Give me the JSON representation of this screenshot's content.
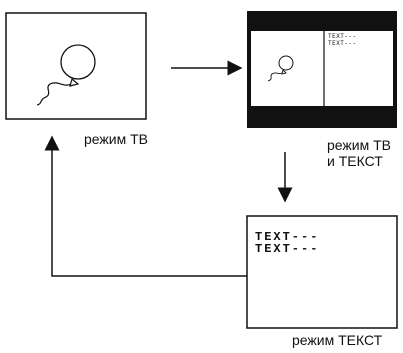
{
  "modes": {
    "tv": {
      "label": "режим ТВ"
    },
    "tv_text": {
      "label_line1": "режим ТВ",
      "label_line2": "и ТЕКСТ",
      "text_lines": [
        "TEXT---",
        "TEXT---"
      ]
    },
    "text": {
      "label": "режим ТЕКСТ",
      "text_lines": [
        "TEXT---",
        "TEXT---"
      ]
    }
  },
  "colors": {
    "line": "#111111",
    "background": "#ffffff"
  }
}
